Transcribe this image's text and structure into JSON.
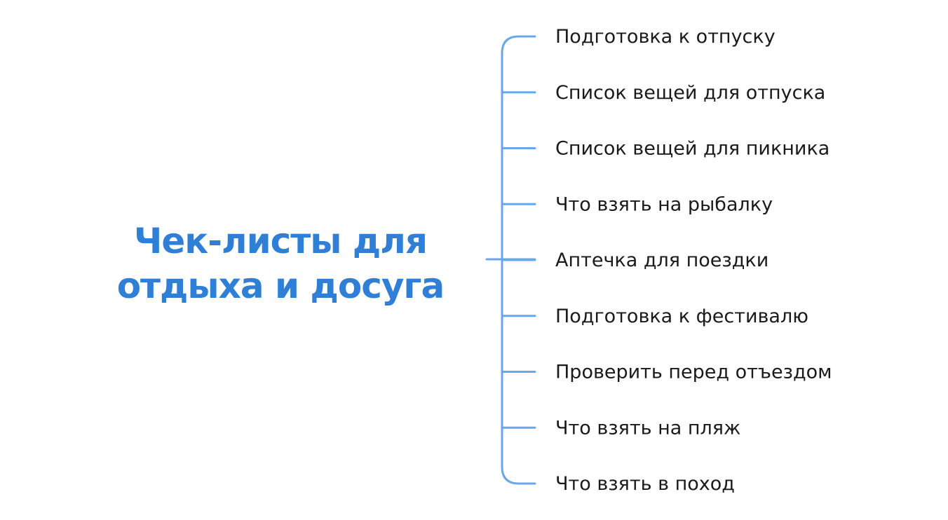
{
  "title": {
    "lines": [
      "Чек-листы для",
      "отдыха и досуга"
    ]
  },
  "items": [
    "Подготовка к отпуску",
    "Список вещей для отпуска",
    "Список вещей для пикника",
    "Что взять на рыбалку",
    "Аптечка для поездки",
    "Подготовка к фестивалю",
    "Проверить перед отъездом",
    "Что взять на пляж",
    "Что взять в поход"
  ],
  "colors": {
    "accent": "#2f7fd6",
    "bracket": "#6aa7ea",
    "text": "#1a1a1a",
    "background": "#ffffff"
  }
}
